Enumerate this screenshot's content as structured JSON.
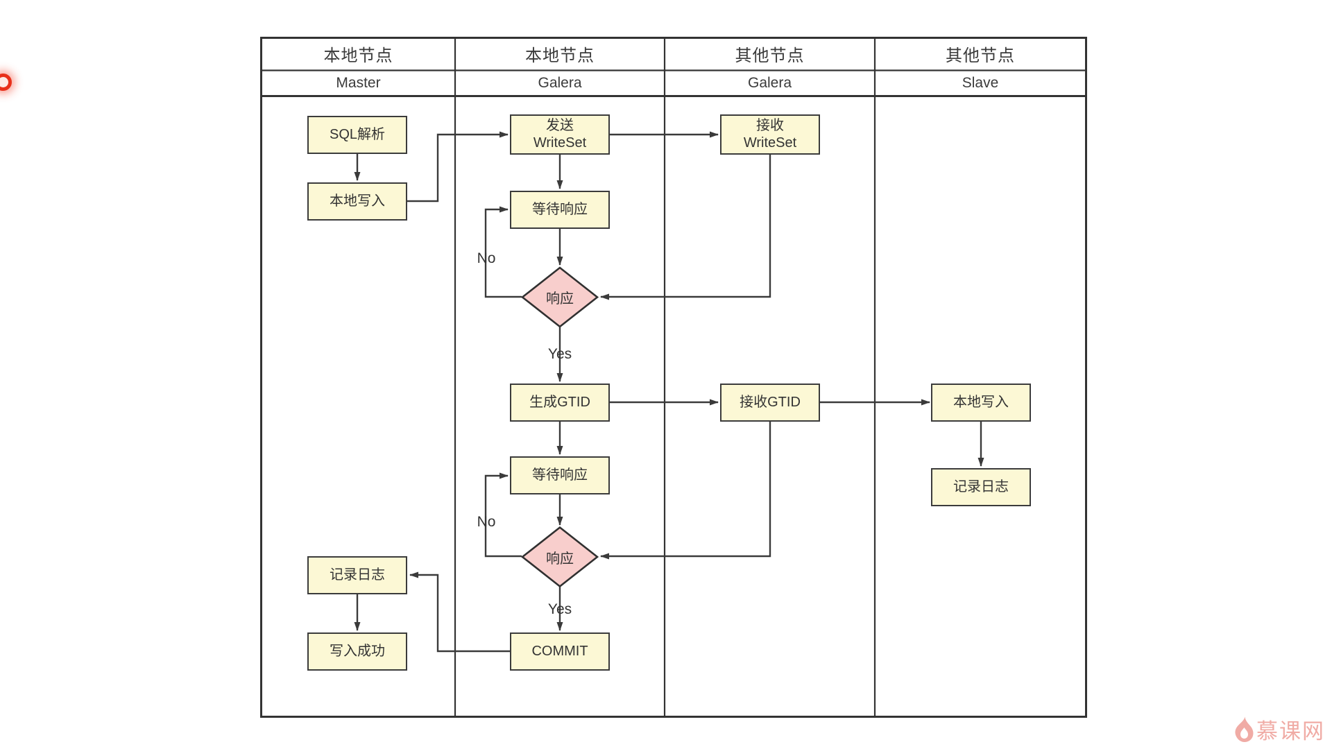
{
  "diagram": {
    "lanes": [
      {
        "group": "本地节点",
        "role": "Master"
      },
      {
        "group": "本地节点",
        "role": "Galera"
      },
      {
        "group": "其他节点",
        "role": "Galera"
      },
      {
        "group": "其他节点",
        "role": "Slave"
      }
    ],
    "nodes": {
      "sql_parse": {
        "label": "SQL解析",
        "type": "process"
      },
      "local_write_master": {
        "label": "本地写入",
        "type": "process"
      },
      "log_master": {
        "label": "记录日志",
        "type": "process"
      },
      "write_success": {
        "label": "写入成功",
        "type": "process"
      },
      "send_writeset": {
        "label_line1": "发送",
        "label_line2": "WriteSet",
        "type": "process"
      },
      "wait_response_1": {
        "label": "等待响应",
        "type": "process"
      },
      "response_1": {
        "label": "响应",
        "type": "decision"
      },
      "gen_gtid": {
        "label": "生成GTID",
        "type": "process"
      },
      "wait_response_2": {
        "label": "等待响应",
        "type": "process"
      },
      "response_2": {
        "label": "响应",
        "type": "decision"
      },
      "commit": {
        "label": "COMMIT",
        "type": "process"
      },
      "recv_writeset": {
        "label_line1": "接收",
        "label_line2": "WriteSet",
        "type": "process"
      },
      "recv_gtid": {
        "label": "接收GTID",
        "type": "process"
      },
      "local_write_slave": {
        "label": "本地写入",
        "type": "process"
      },
      "log_slave": {
        "label": "记录日志",
        "type": "process"
      }
    },
    "edge_labels": {
      "no_1": "No",
      "yes_1": "Yes",
      "no_2": "No",
      "yes_2": "Yes"
    },
    "colors": {
      "process_fill": "#fcf8d5",
      "decision_fill": "#f8cecc",
      "line_stroke": "#3a3a3a",
      "border_stroke": "#333333",
      "watermark": "#f0aba5",
      "indicator": "#e8301a"
    }
  },
  "watermark": {
    "icon": "flame-icon",
    "text": "慕课网"
  }
}
